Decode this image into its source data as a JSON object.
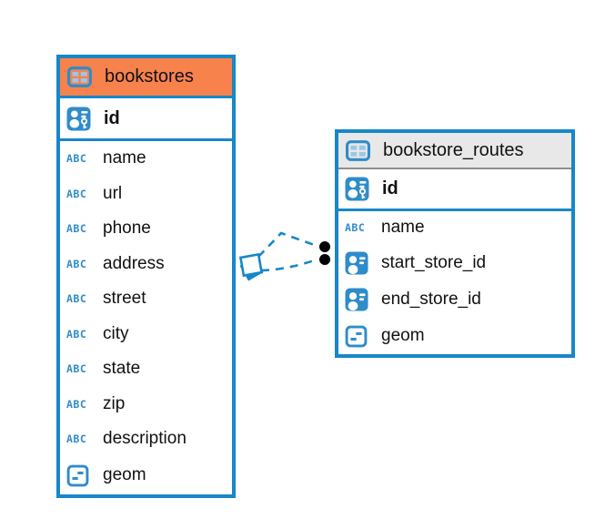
{
  "diagram": {
    "background": "#ffffff",
    "colors": {
      "accent_blue": "#1787C8",
      "icon_blue": "#2E8CCB",
      "selected_header_orange": "#F7824C",
      "header_gray": "#E8E8E8",
      "text": "#111111",
      "relationship_dot": "#000000"
    },
    "icons": {
      "text_type_glyph": "ABC"
    },
    "tables": [
      {
        "name": "bookstores",
        "selected": true,
        "header_icon": "table-icon",
        "primary_key": {
          "name": "id",
          "icon": "primary-key-icon"
        },
        "columns": [
          {
            "name": "name",
            "icon": "text-type-icon"
          },
          {
            "name": "url",
            "icon": "text-type-icon"
          },
          {
            "name": "phone",
            "icon": "text-type-icon"
          },
          {
            "name": "address",
            "icon": "text-type-icon"
          },
          {
            "name": "street",
            "icon": "text-type-icon"
          },
          {
            "name": "city",
            "icon": "text-type-icon"
          },
          {
            "name": "state",
            "icon": "text-type-icon"
          },
          {
            "name": "zip",
            "icon": "text-type-icon"
          },
          {
            "name": "description",
            "icon": "text-type-icon"
          },
          {
            "name": "geom",
            "icon": "geometry-type-icon"
          }
        ]
      },
      {
        "name": "bookstore_routes",
        "selected": false,
        "header_icon": "table-icon",
        "primary_key": {
          "name": "id",
          "icon": "primary-key-icon"
        },
        "columns": [
          {
            "name": "name",
            "icon": "text-type-icon"
          },
          {
            "name": "start_store_id",
            "icon": "foreign-key-icon"
          },
          {
            "name": "end_store_id",
            "icon": "foreign-key-icon"
          },
          {
            "name": "geom",
            "icon": "geometry-type-icon"
          }
        ]
      }
    ],
    "relationships": [
      {
        "from_table": "bookstores",
        "to_table": "bookstore_routes",
        "to_column": "start_store_id",
        "line_style": "dashed",
        "from_marker": "diamond",
        "to_marker": "dot"
      },
      {
        "from_table": "bookstores",
        "to_table": "bookstore_routes",
        "to_column": "end_store_id",
        "line_style": "dashed",
        "from_marker": "diamond",
        "to_marker": "dot"
      }
    ]
  }
}
